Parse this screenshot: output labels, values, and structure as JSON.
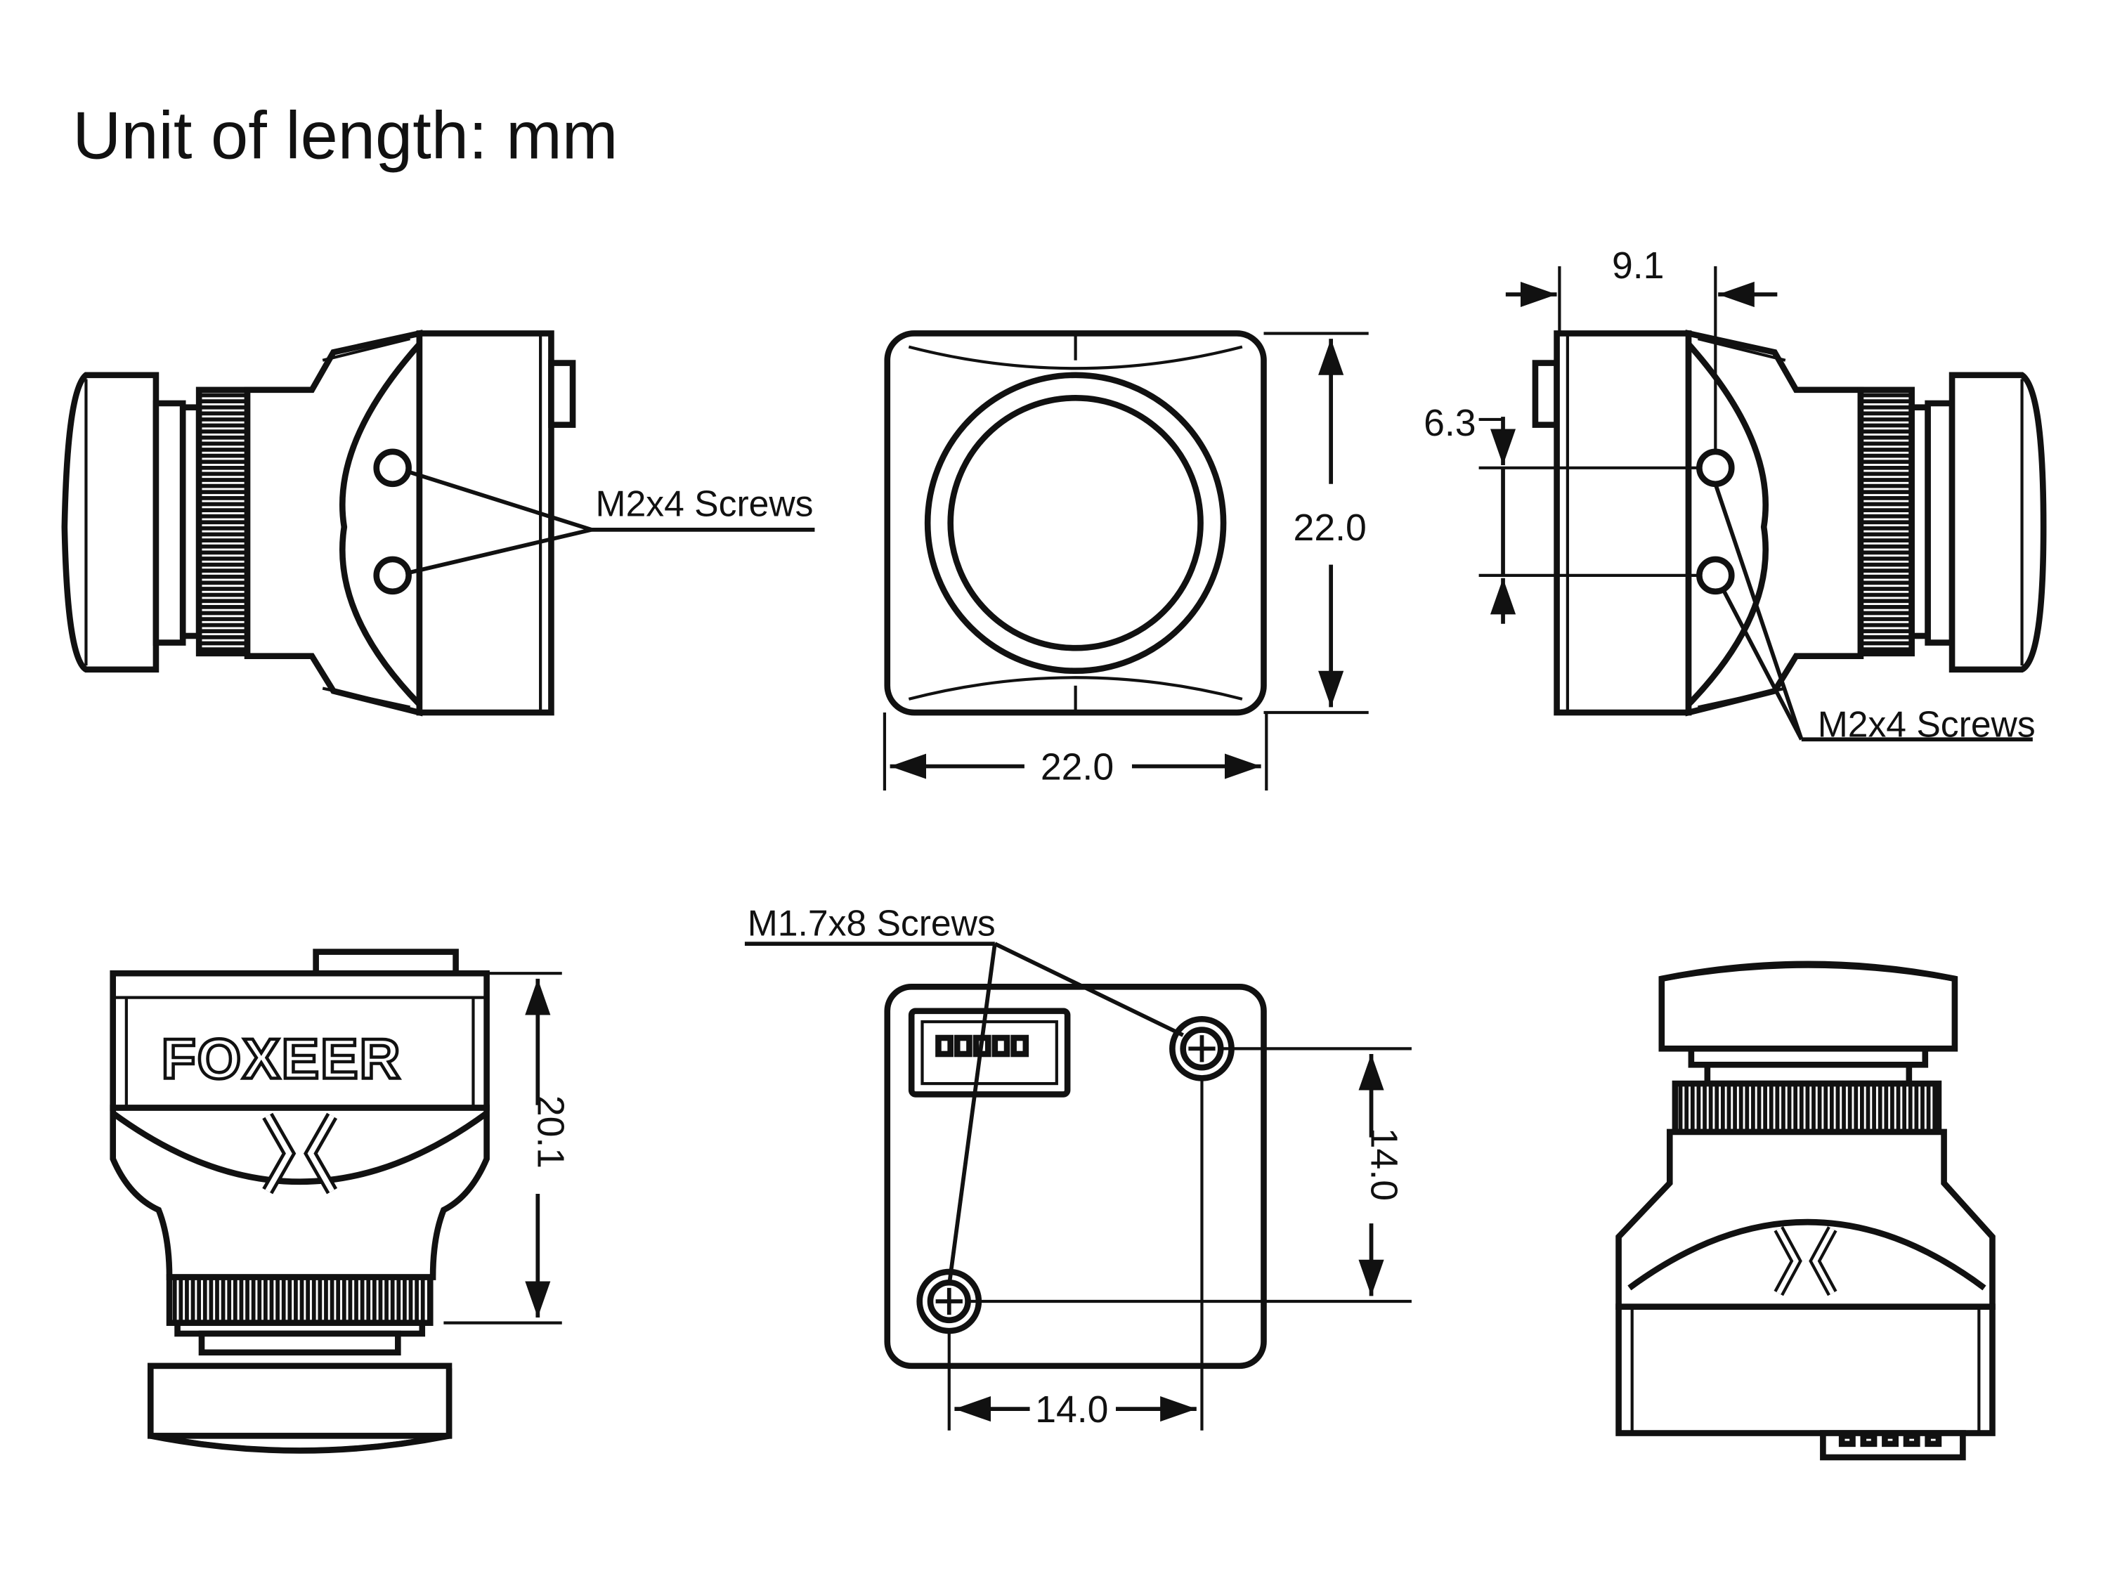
{
  "title": "Unit of length: mm",
  "labels": {
    "screws_left": "M2x4 Screws",
    "screws_right": "M2x4 Screws",
    "screws_back": "M1.7x8 Screws"
  },
  "dimensions": {
    "front_height": "22.0",
    "front_width": "22.0",
    "side_depth": "9.1",
    "side_hole_spacing": "6.3",
    "top_depth": "20.1",
    "back_vertical_spacing": "14.0",
    "back_horizontal_spacing": "14.0"
  },
  "logo": {
    "brand": "FOXEER"
  }
}
